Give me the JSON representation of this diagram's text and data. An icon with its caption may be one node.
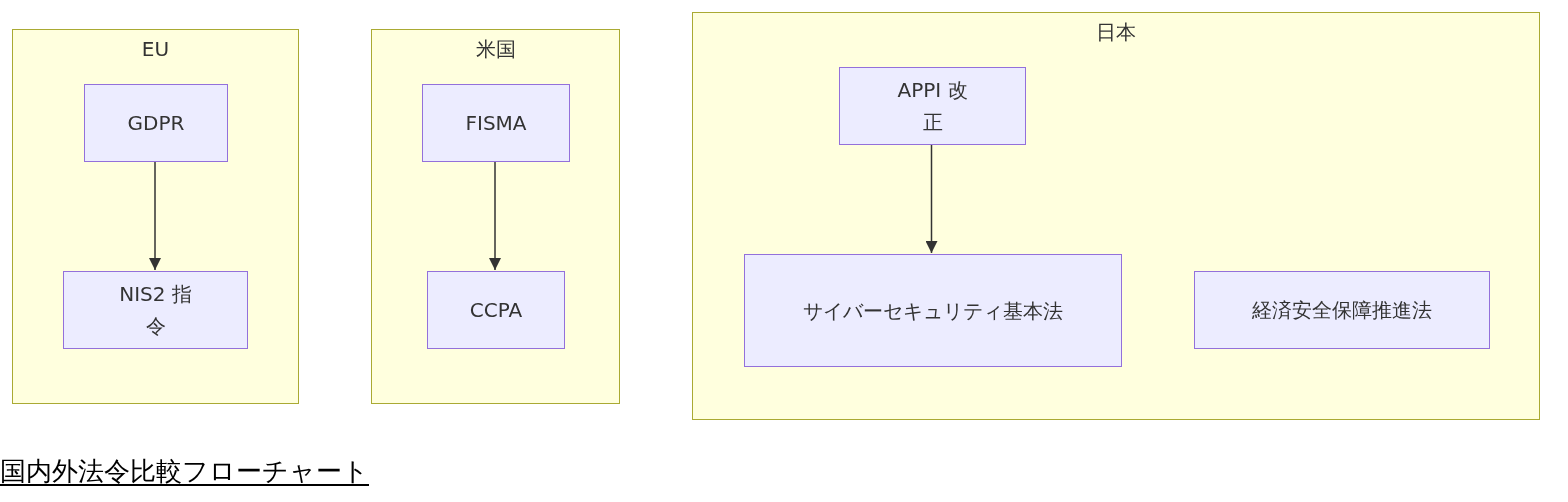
{
  "diagram": {
    "title": "国内外法令比較フローチャート",
    "nodes": [
      {
        "text": [
          "EU"
        ]
      },
      {
        "text": [
          "GDPR"
        ],
        "in": 0
      },
      {
        "text": [
          "NIS2 指令"
        ],
        "in": 0
      },
      {
        "text": [
          "米国"
        ]
      },
      {
        "text": [
          "FISMA"
        ],
        "in": 3
      },
      {
        "text": [
          "CCPA"
        ],
        "in": 3
      },
      {
        "text": [
          "日本"
        ]
      },
      {
        "text": [
          "APPI 改正"
        ],
        "in": 6
      },
      {
        "text": [
          "サイバーセキュリティ基本法"
        ],
        "in": 6
      },
      {
        "text": [
          "経済安全保障推進法"
        ],
        "in": 6
      }
    ],
    "edges": [
      {
        "from": 1,
        "to": 2,
        "arrow": "to"
      },
      {
        "from": 4,
        "to": 5,
        "arrow": "to"
      },
      {
        "from": 7,
        "to": 8,
        "arrow": "to"
      }
    ]
  }
}
